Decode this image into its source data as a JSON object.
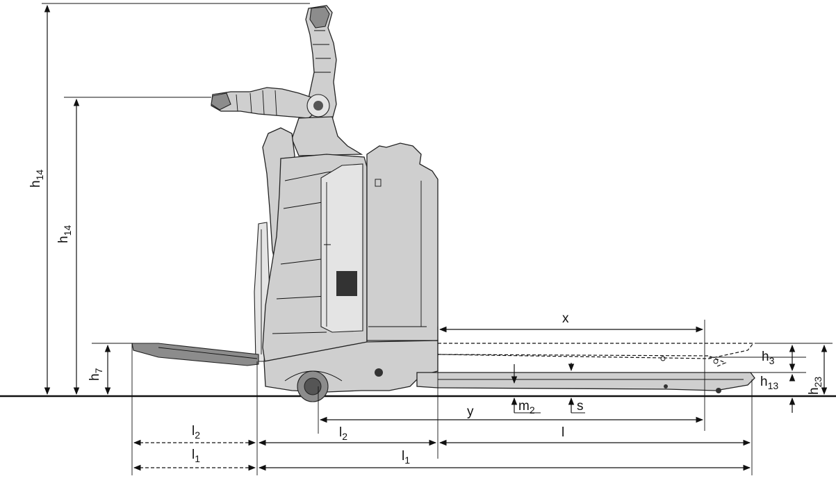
{
  "diagram": {
    "labels": {
      "h14_outer": {
        "main": "h",
        "sub": "14"
      },
      "h14_inner": {
        "main": "h",
        "sub": "14"
      },
      "h7": {
        "main": "h",
        "sub": "7"
      },
      "h3": {
        "main": "h",
        "sub": "3"
      },
      "h13": {
        "main": "h",
        "sub": "13"
      },
      "h23": {
        "main": "h",
        "sub": "23"
      },
      "x": {
        "main": "x"
      },
      "y": {
        "main": "y"
      },
      "m2": {
        "main": "m",
        "sub": "2"
      },
      "s": {
        "main": "s"
      },
      "l2_left": {
        "main": "l",
        "sub": "2"
      },
      "l2_mid": {
        "main": "l",
        "sub": "2"
      },
      "l": {
        "main": "l"
      },
      "l1_left": {
        "main": "l",
        "sub": "1"
      },
      "l1_main": {
        "main": "l",
        "sub": "1"
      }
    },
    "colors": {
      "body": "#cfcfcf",
      "dark": "#8c8c8c",
      "line": "#111111"
    }
  }
}
